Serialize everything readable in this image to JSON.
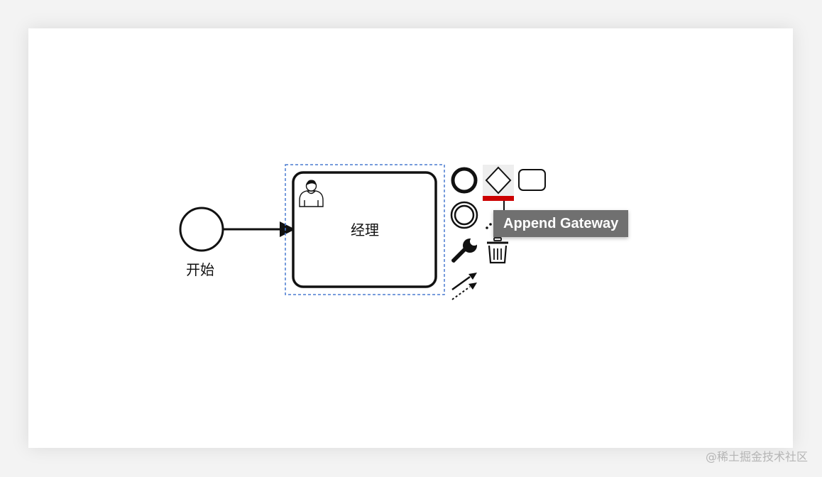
{
  "diagram": {
    "start_event_label": "开始",
    "task_label": "经理",
    "task_type": "user-task",
    "selected_element": "task"
  },
  "context_pad": {
    "hovered_entry": "append-gateway",
    "entries": [
      {
        "name": "append-end-event",
        "icon": "end-event-icon"
      },
      {
        "name": "append-gateway",
        "icon": "gateway-icon"
      },
      {
        "name": "append-task",
        "icon": "task-icon"
      },
      {
        "name": "append-intermediate-event",
        "icon": "intermediate-event-icon"
      },
      {
        "name": "append-text-annotation",
        "icon": "text-annotation-icon"
      },
      {
        "name": "change-type",
        "icon": "wrench-icon"
      },
      {
        "name": "delete",
        "icon": "trash-icon"
      },
      {
        "name": "connect",
        "icon": "connect-arrow-icon"
      }
    ]
  },
  "tooltip": {
    "text": "Append Gateway"
  },
  "watermark": "@稀土掘金技术社区",
  "colors": {
    "selection_outline": "#4a7bd0",
    "hover_accent": "#cc0000",
    "tooltip_bg": "#707070"
  }
}
